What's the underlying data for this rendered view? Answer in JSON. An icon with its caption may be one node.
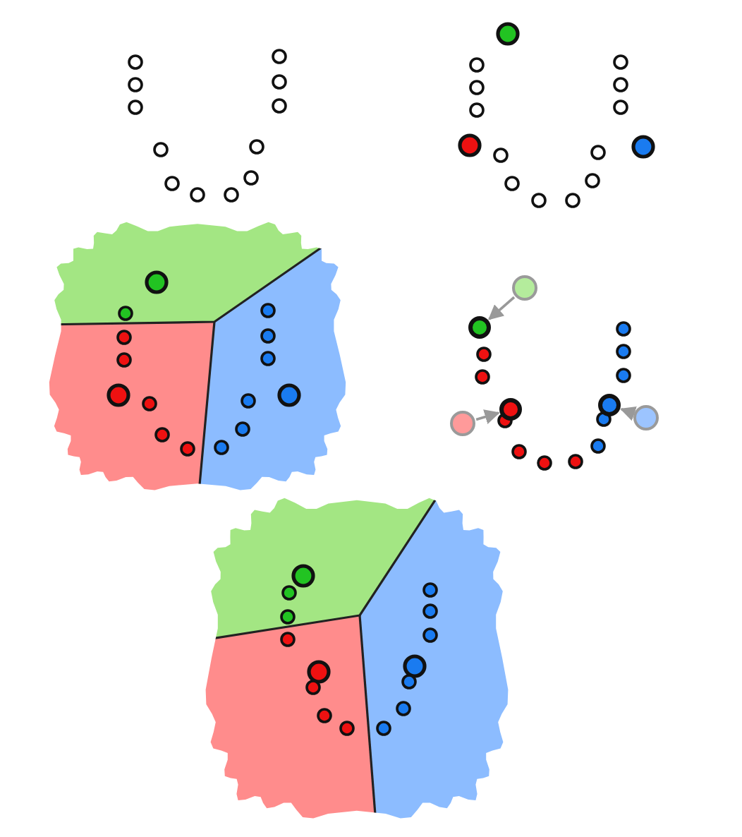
{
  "diagram": {
    "nodes": [
      {
        "text": [],
        "shape": "circle"
      },
      {
        "text": [],
        "shape": "circle"
      },
      {
        "text": [],
        "shape": "circle"
      },
      {
        "text": [],
        "shape": "circle"
      },
      {
        "text": [],
        "shape": "circle"
      },
      {
        "text": [],
        "shape": "circle"
      }
    ],
    "edges": [
      {
        "from": 0,
        "to": 1,
        "arrow": "to"
      },
      {
        "from": 2,
        "to": 3,
        "arrow": "to"
      },
      {
        "from": 5,
        "to": 4,
        "arrow": "to"
      }
    ]
  }
}
